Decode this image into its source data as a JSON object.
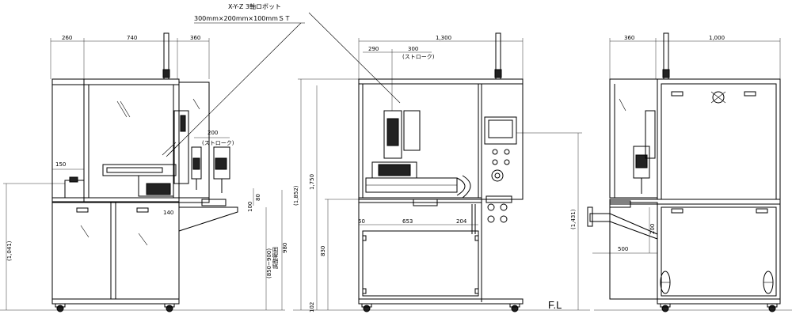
{
  "callout": {
    "line1": "X-Y-Z 3軸ロボット",
    "line2": "300mm×200mm×100mmＳＴ"
  },
  "left_view": {
    "dims": {
      "top_a": "260",
      "top_b": "740",
      "top_c": "360",
      "stroke_200": "200",
      "stroke_label": "(ストローク)",
      "d150": "150",
      "d140": "140",
      "d80": "80",
      "d100": "100",
      "h1041": "(1,041)",
      "adj": "(850~900)",
      "adj_label": "調整範囲",
      "h980": "980"
    }
  },
  "front_view": {
    "dims": {
      "w1300": "1,300",
      "d290": "290",
      "d300": "300",
      "stroke_label": "(ストローク)",
      "h1852": "(1,852)",
      "h1750": "1,750",
      "h830": "830",
      "h102": "102",
      "d50": "50",
      "d653": "653",
      "d204": "204",
      "h1431": "(1,431)"
    },
    "floor_label": "F.L"
  },
  "right_view": {
    "dims": {
      "d360": "360",
      "d1000": "1,000",
      "d200": "200",
      "d500": "500"
    }
  }
}
